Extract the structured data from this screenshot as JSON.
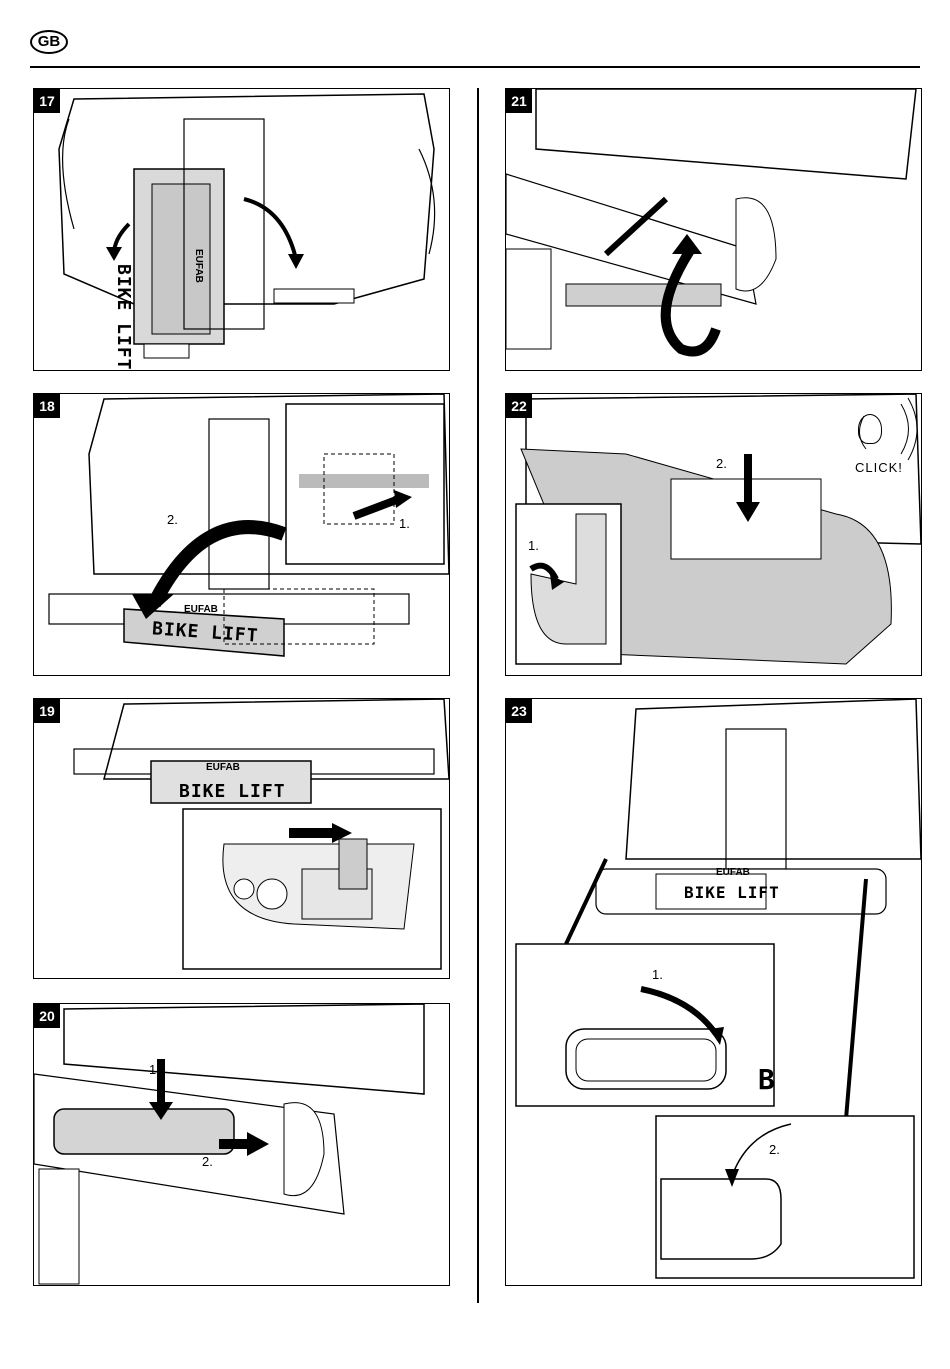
{
  "header": {
    "language_badge": "GB"
  },
  "steps": [
    {
      "number": "17",
      "plate_text": "BIKE LIFT",
      "brand": "EUFAB"
    },
    {
      "number": "18",
      "plate_text": "BIKE LIFT",
      "brand": "EUFAB",
      "callouts": [
        "2.",
        "1."
      ]
    },
    {
      "number": "19",
      "plate_text": "BIKE LIFT",
      "brand": "EUFAB"
    },
    {
      "number": "20",
      "callouts": [
        "1.",
        "2."
      ]
    },
    {
      "number": "21"
    },
    {
      "number": "22",
      "callouts": [
        "2.",
        "1."
      ],
      "sound_text": "CLICK!"
    },
    {
      "number": "23",
      "plate_text": "BIKE LIFT",
      "brand": "EUFAB",
      "callouts": [
        "1.",
        "2."
      ],
      "plate_fragment": "B"
    }
  ]
}
